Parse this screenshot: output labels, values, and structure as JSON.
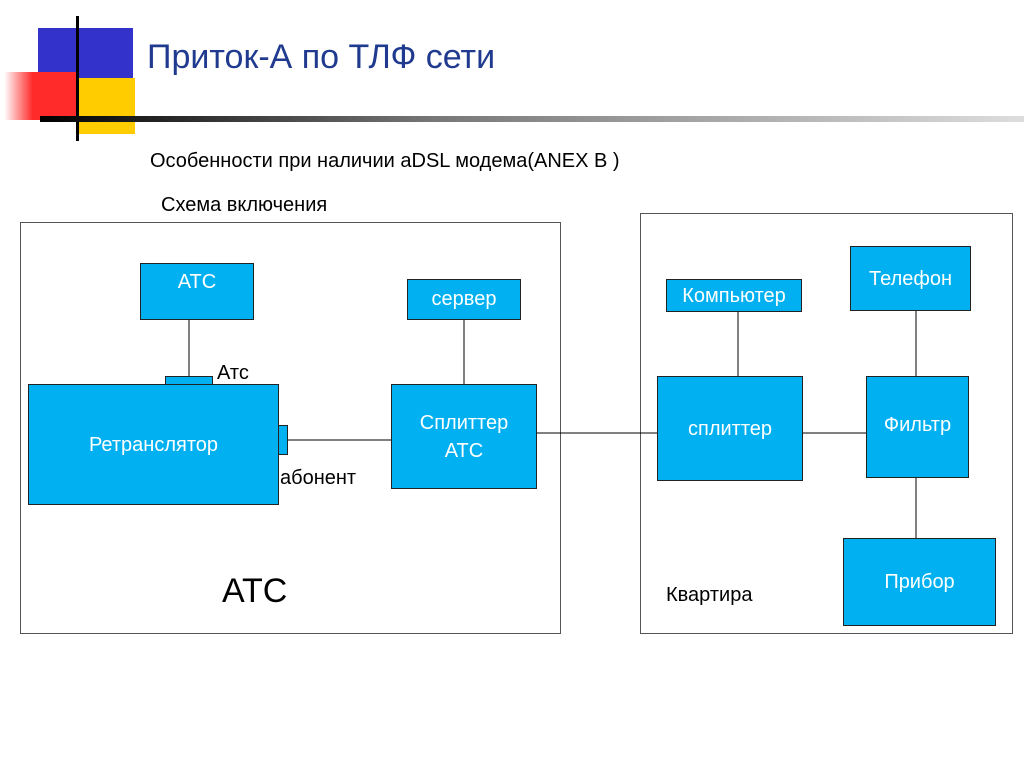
{
  "title": "Приток-А по ТЛФ сети",
  "subtitle": "Особенности при наличии аDSL модема(ANEX B )",
  "scheme_label": "Схема включения",
  "ats_section": {
    "label": "АТС",
    "ats_box": "АТС",
    "server": "сервер",
    "retranslator": "Ретранслятор",
    "ats_port_label": "Атс",
    "subscriber_port_label": "абонент",
    "splitter_ats_line1": "Сплиттер",
    "splitter_ats_line2": "АТС"
  },
  "apartment_section": {
    "label": "Квартира",
    "computer": "Компьютер",
    "phone": "Телефон",
    "splitter": "сплиттер",
    "filter": "Фильтр",
    "device": "Прибор"
  },
  "colors": {
    "box_fill": "#00b0f0",
    "title": "#1f3a8f",
    "deco_blue": "#3333cc",
    "deco_red": "#ff2a2a",
    "deco_yellow": "#ffcc00"
  }
}
